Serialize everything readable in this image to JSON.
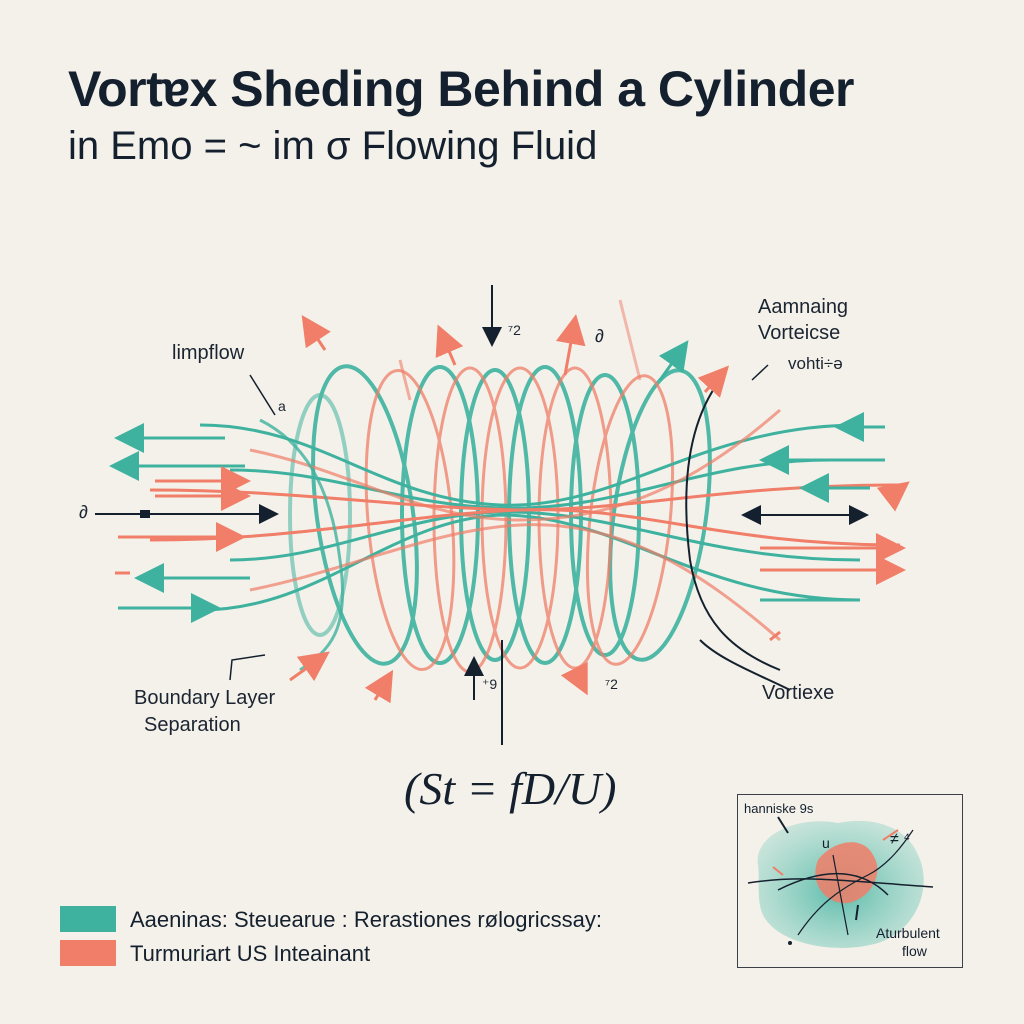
{
  "title": "Vortɐx Sheding Behind a Cylinder",
  "subtitle": "in Emo = ~ im σ Flowing Fluid",
  "labels": {
    "inflow": "limpflow",
    "top_right_line1": "Aamnaing",
    "top_right_line2": "Vorteicse",
    "top_right_line3": "vohti÷ə",
    "boundary_line1": "Boundary Layer",
    "boundary_line2": "Separation",
    "vortex": "Vortiexe",
    "tick_top": "⁷2",
    "tick_right": "∂",
    "tick_bottom": "⁷2",
    "tick_mid": "⁺9",
    "tick_left": "∂",
    "tick_a": "a"
  },
  "equation": "(St = fD/U)",
  "legend": {
    "row1": "Aaeninas:  Steuearue :   Rerastiones rølogricssay:",
    "row2": "Turmuriart US Inteainant"
  },
  "inset": {
    "top_label": "hanniske 9s",
    "label_u": "u",
    "label_f": "≠ ⁴",
    "bottom_label_line1": "Aturbulent",
    "bottom_label_line2": "flow"
  },
  "colors": {
    "teal": "#3fb29f",
    "coral": "#f07e68",
    "ink": "#15202e",
    "background": "#f3f1ea"
  }
}
